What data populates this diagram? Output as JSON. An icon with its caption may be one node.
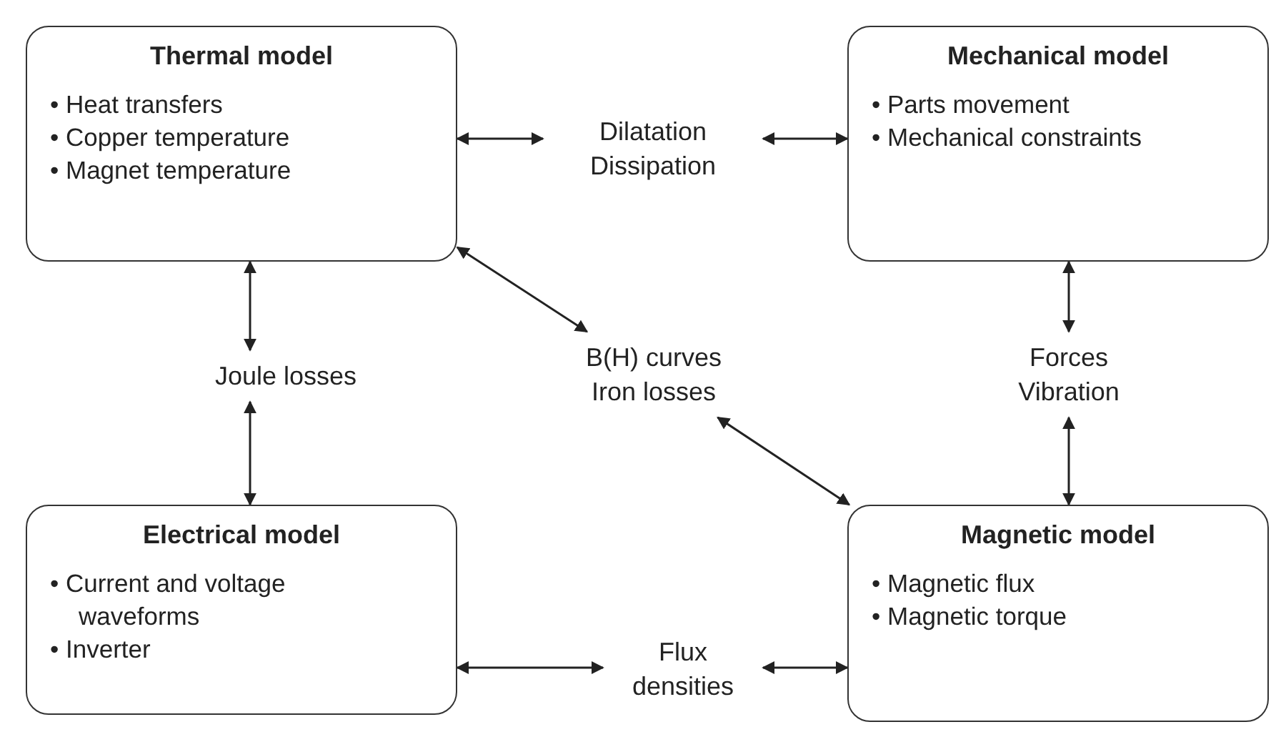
{
  "diagram": {
    "nodes": [
      {
        "text": [
          "Thermal model",
          "• Heat transfers",
          "• Copper temperature",
          "• Magnet temperature"
        ]
      },
      {
        "text": [
          "Dilatation Dissipation"
        ]
      },
      {
        "text": [
          "Mechanical model",
          "• Parts movement",
          "• Mechanical constraints"
        ]
      },
      {
        "text": [
          "Joule losses"
        ]
      },
      {
        "text": [
          "B(H) curves Iron losses"
        ]
      },
      {
        "text": [
          "Forces Vibration"
        ]
      },
      {
        "text": [
          "Electrical model",
          "• Current and voltage waveforms",
          "• Inverter"
        ]
      },
      {
        "text": [
          "Flux densities"
        ]
      },
      {
        "text": [
          "Magnetic model",
          "• Magnetic flux",
          "• Magnetic torque"
        ]
      }
    ],
    "edges": [
      {
        "from": 0,
        "to": 1,
        "arrow": "both"
      },
      {
        "from": 1,
        "to": 2,
        "arrow": "both"
      },
      {
        "from": 0,
        "to": 3,
        "arrow": "both"
      },
      {
        "from": 3,
        "to": 6,
        "arrow": "both"
      },
      {
        "from": 0,
        "to": 4,
        "arrow": "both"
      },
      {
        "from": 4,
        "to": 8,
        "arrow": "both"
      },
      {
        "from": 2,
        "to": 5,
        "arrow": "both"
      },
      {
        "from": 5,
        "to": 8,
        "arrow": "both"
      },
      {
        "from": 6,
        "to": 7,
        "arrow": "both"
      },
      {
        "from": 7,
        "to": 8,
        "arrow": "both"
      }
    ]
  }
}
